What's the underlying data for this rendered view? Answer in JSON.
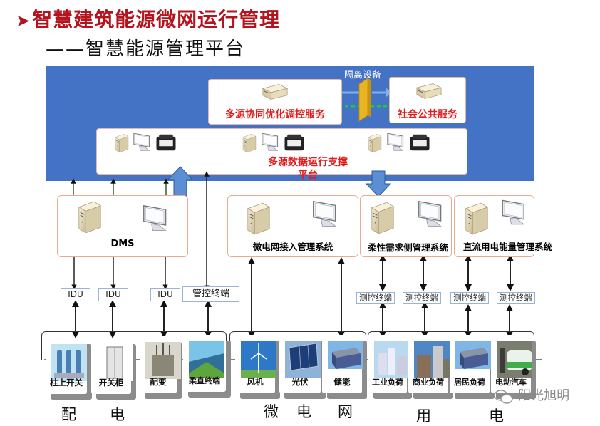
{
  "header": {
    "arrow_icon": "triangle-right-icon",
    "title": "智慧建筑能源微网运行管理",
    "subtitle": "——智慧能源管理平台"
  },
  "platform": {
    "coord_service": "多源协同优化调控服务",
    "isolation_device": "隔离设备",
    "public_service": "社会公共服务",
    "support_platform": "多源数据运行支撑平台"
  },
  "systems": [
    {
      "label": "DMS"
    },
    {
      "label": "微电网接入管理系统"
    },
    {
      "label": "柔性需求侧管理系统"
    },
    {
      "label": "直流用电能量管理系统"
    }
  ],
  "terminals": {
    "idu": [
      "IDU",
      "IDU",
      "IDU"
    ],
    "control_terminal": "管控终端",
    "measure_terminals": [
      "测控终端",
      "测控终端",
      "测控终端",
      "测控终端"
    ]
  },
  "devices": [
    {
      "label": "柱上开关",
      "icon": "pole-switch-icon"
    },
    {
      "label": "开关柜",
      "icon": "switchgear-icon"
    },
    {
      "label": "配变",
      "icon": "transformer-icon"
    },
    {
      "label": "柔直终端",
      "icon": "flexible-dc-terminal-icon"
    },
    {
      "label": "风机",
      "icon": "wind-turbine-icon"
    },
    {
      "label": "光伏",
      "icon": "solar-panel-icon"
    },
    {
      "label": "储能",
      "icon": "battery-storage-icon"
    },
    {
      "label": "工业负荷",
      "icon": "industrial-load-icon"
    },
    {
      "label": "商业负荷",
      "icon": "commercial-load-icon"
    },
    {
      "label": "居民负荷",
      "icon": "residential-load-icon"
    },
    {
      "label": "电动汽车",
      "icon": "electric-vehicle-icon"
    }
  ],
  "groups": {
    "distribution": [
      "配",
      "电"
    ],
    "microgrid": [
      "微",
      "电",
      "网"
    ],
    "consumption": [
      "用",
      "电"
    ]
  },
  "watermark": "阳光旭明",
  "colors": {
    "title_red": "#b3141e",
    "panel_blue": "#4472c4",
    "label_red": "#e01d1d",
    "arrow_blue": "#5b8fd4",
    "isolation_gold": "#e8b422"
  }
}
